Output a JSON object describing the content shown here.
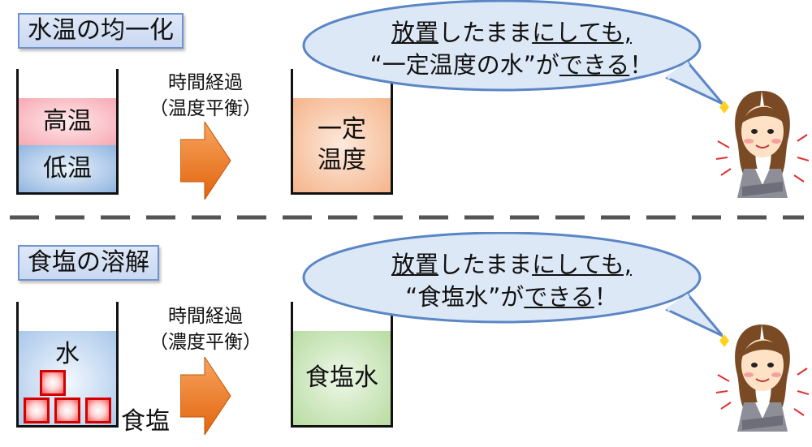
{
  "section1": {
    "title": "水温の均一化",
    "beaker_before": {
      "top_label": "高温",
      "bottom_label": "低温"
    },
    "process": {
      "line1": "時間経過",
      "line2": "（温度平衡）"
    },
    "beaker_after": {
      "line1": "一定",
      "line2": "温度"
    },
    "bubble": {
      "line1_a": "放置",
      "line1_b": "したまま",
      "line1_c": "にしても,",
      "line2_a": "“一定温度の水”が",
      "line2_b": "できる",
      "line2_c": "！"
    }
  },
  "section2": {
    "title": "食塩の溶解",
    "beaker_before": {
      "label": "水"
    },
    "salt_label": "食塩",
    "process": {
      "line1": "時間経過",
      "line2": "（濃度平衡）"
    },
    "beaker_after": {
      "label": "食塩水"
    },
    "bubble": {
      "line1_a": "放置",
      "line1_b": "したまま",
      "line1_c": "にしても,",
      "line2_a": "“食塩水”が",
      "line2_b": "できる",
      "line2_c": "！"
    }
  },
  "colors": {
    "arrow": "#ee7a1a",
    "bubble_fill": "#dde8f6",
    "bubble_border": "#5b86c5",
    "divider": "#555555"
  },
  "icons": [
    "woman-character-icon",
    "sparkle-icon",
    "arrow-right-icon"
  ]
}
